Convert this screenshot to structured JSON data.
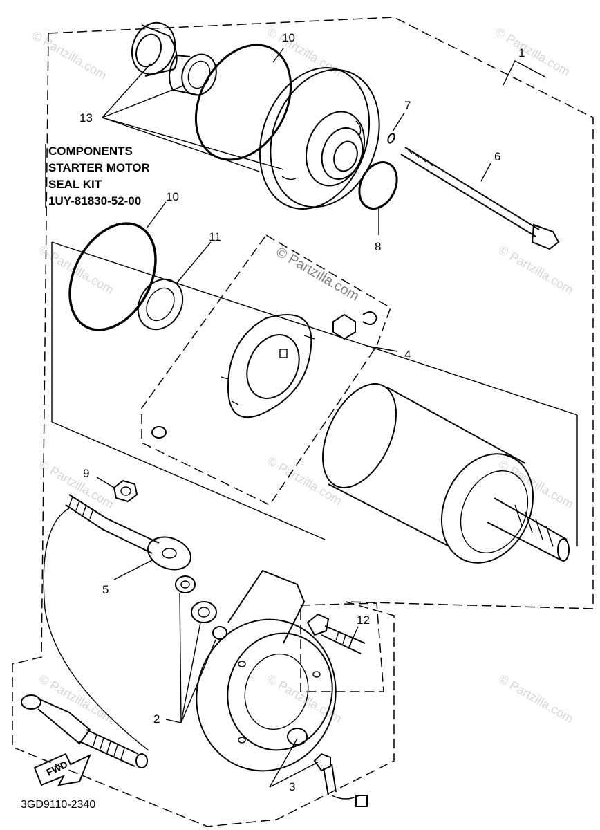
{
  "callouts": {
    "c1": "1",
    "c2": "2",
    "c3": "3",
    "c4": "4",
    "c5": "5",
    "c6": "6",
    "c7": "7",
    "c8": "8",
    "c9": "9",
    "c10a": "10",
    "c10b": "10",
    "c11": "11",
    "c12": "12",
    "c13": "13"
  },
  "kit_label": {
    "line1": "COMPONENTS",
    "line2": "STARTER MOTOR",
    "line3": "SEAL KIT",
    "line4": "1UY-81830-52-00"
  },
  "fwd_label": "FWD",
  "diagram_code": "3GD9110-2340",
  "watermarks": {
    "w1": "© Partzilla.com",
    "w2": "© Partzilla.com",
    "w3": "© Partzilla.com",
    "w4": "© Partzilla.com",
    "w5": "© Partzilla.com",
    "w6": "© Partzilla.com",
    "w7": "© Partzilla.com",
    "w8": "© Partzilla.com",
    "w9": "© Partzilla.com",
    "w10": "© Partzilla.com",
    "w11": "© Partzilla.com",
    "w12": "© Partzilla.com"
  },
  "colors": {
    "line": "#000000",
    "watermark": "#b5b5b5",
    "background": "#ffffff"
  }
}
